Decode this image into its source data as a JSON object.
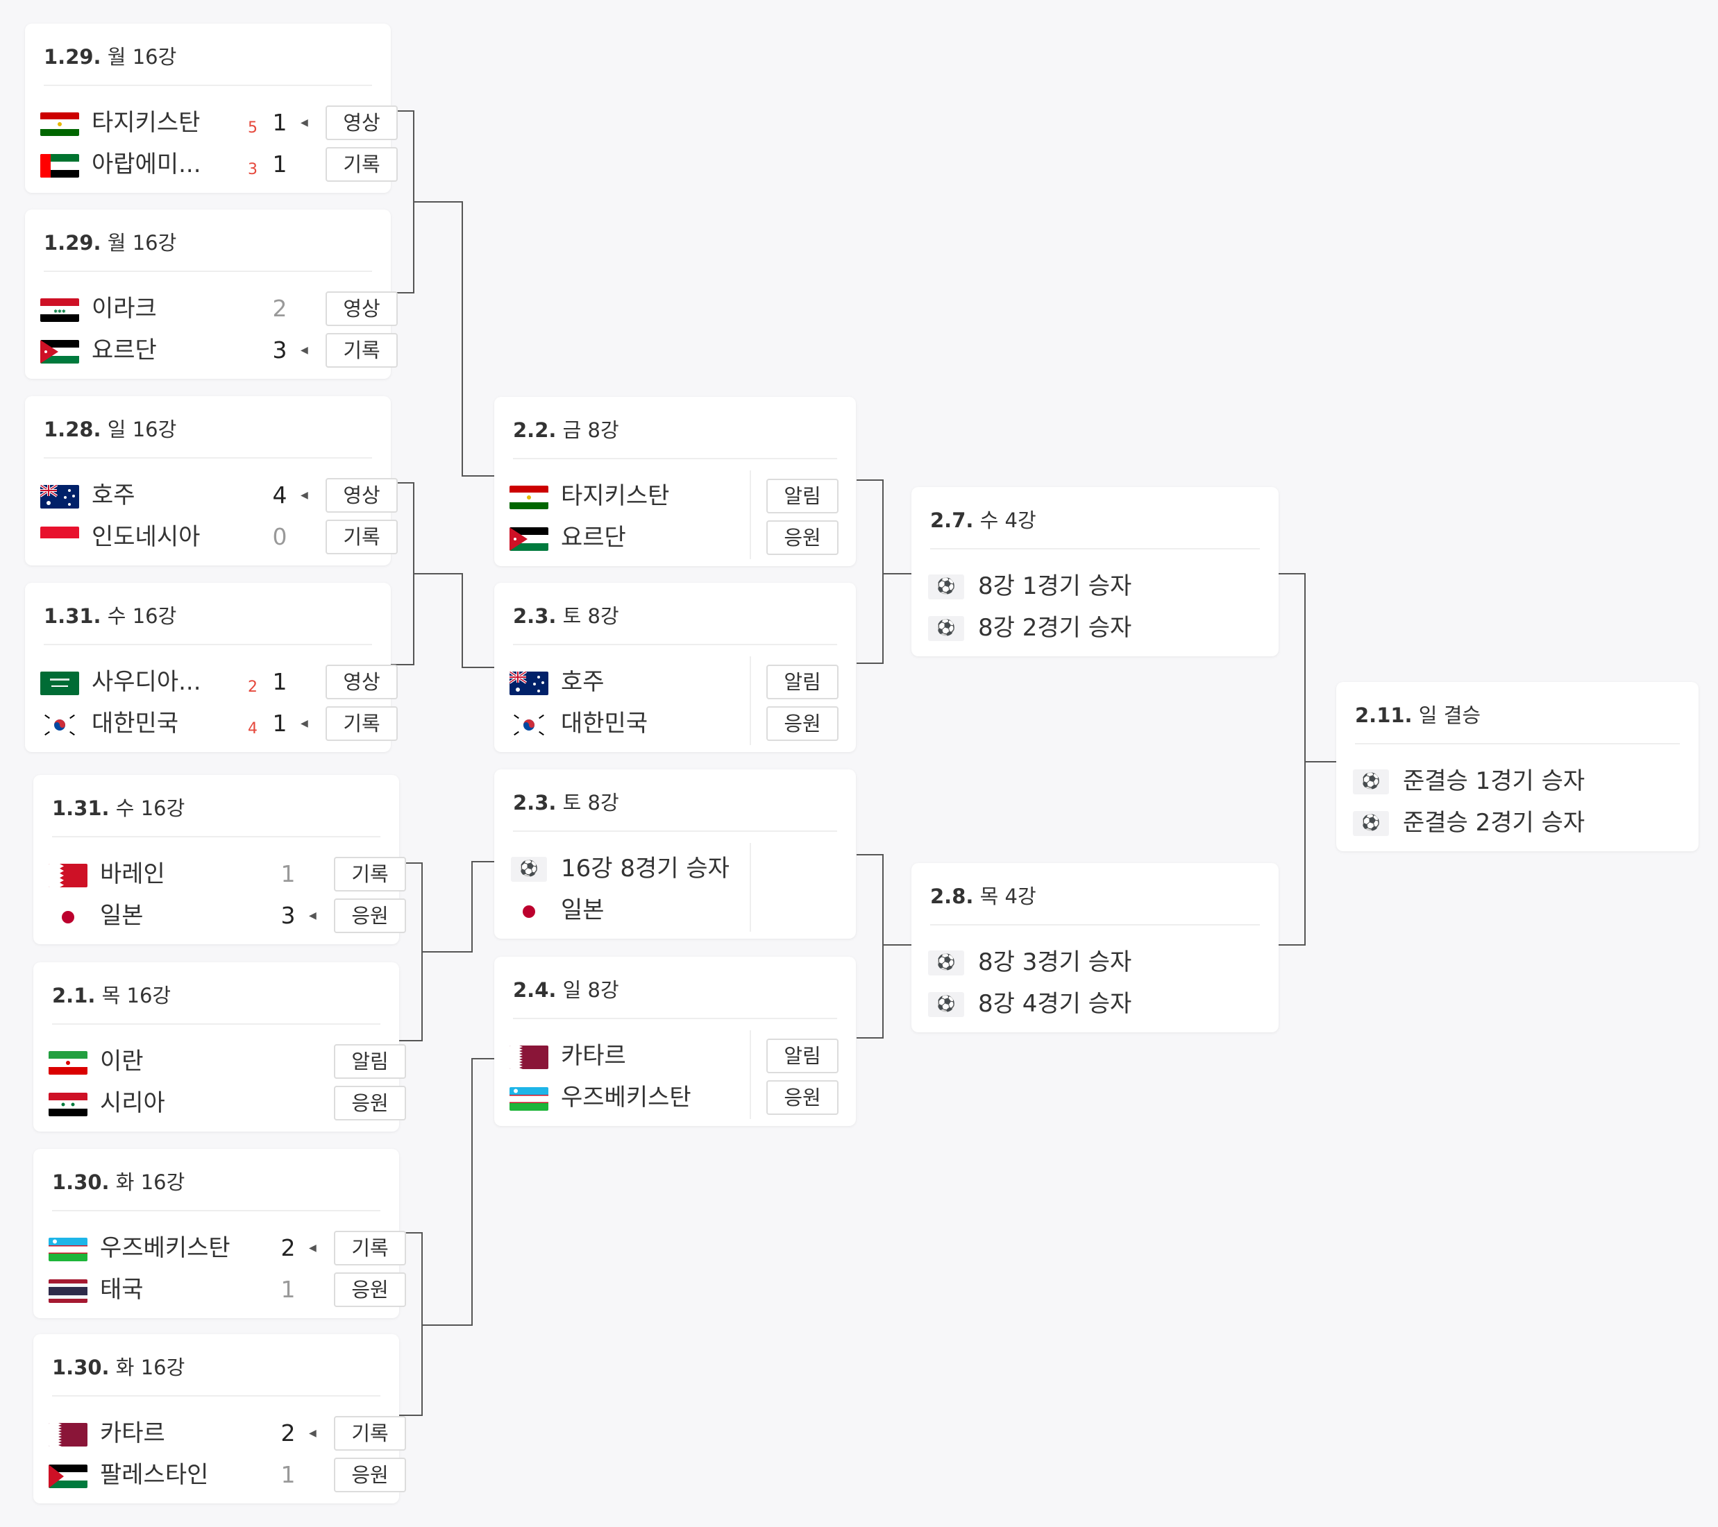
{
  "colors": {
    "background": "#f7f7f9",
    "card": "#ffffff",
    "connector": "#555555",
    "penalty": "#e5483c",
    "muted_score": "#999999"
  },
  "round_of_16": [
    {
      "date": "1.29.",
      "day_round": "월 16강",
      "teams": [
        {
          "name": "타지키스탄",
          "flag": "tajikistan-flag",
          "pen": "5",
          "score": "1",
          "winner": true,
          "button": "영상"
        },
        {
          "name": "아랍에미...",
          "flag": "uae-flag",
          "pen": "3",
          "score": "1",
          "winner": false,
          "button": "기록"
        }
      ]
    },
    {
      "date": "1.29.",
      "day_round": "월 16강",
      "teams": [
        {
          "name": "이라크",
          "flag": "iraq-flag",
          "score": "2",
          "winner": false,
          "button": "영상"
        },
        {
          "name": "요르단",
          "flag": "jordan-flag",
          "score": "3",
          "winner": true,
          "button": "기록"
        }
      ]
    },
    {
      "date": "1.28.",
      "day_round": "일 16강",
      "teams": [
        {
          "name": "호주",
          "flag": "australia-flag",
          "score": "4",
          "winner": true,
          "button": "영상"
        },
        {
          "name": "인도네시아",
          "flag": "indonesia-flag",
          "score": "0",
          "winner": false,
          "button": "기록"
        }
      ]
    },
    {
      "date": "1.31.",
      "day_round": "수 16강",
      "teams": [
        {
          "name": "사우디아...",
          "flag": "saudi-flag",
          "pen": "2",
          "score": "1",
          "winner": false,
          "button": "영상"
        },
        {
          "name": "대한민국",
          "flag": "korea-flag",
          "pen": "4",
          "score": "1",
          "winner": true,
          "button": "기록"
        }
      ]
    },
    {
      "date": "1.31.",
      "day_round": "수 16강",
      "teams": [
        {
          "name": "바레인",
          "flag": "bahrain-flag",
          "score": "1",
          "winner": false,
          "button": "기록"
        },
        {
          "name": "일본",
          "flag": "japan-flag",
          "score": "3",
          "winner": true,
          "button": "응원"
        }
      ]
    },
    {
      "date": "2.1.",
      "day_round": "목 16강",
      "teams": [
        {
          "name": "이란",
          "flag": "iran-flag",
          "button": "알림"
        },
        {
          "name": "시리아",
          "flag": "syria-flag",
          "button": "응원"
        }
      ]
    },
    {
      "date": "1.30.",
      "day_round": "화 16강",
      "teams": [
        {
          "name": "우즈베키스탄",
          "flag": "uzbekistan-flag",
          "score": "2",
          "winner": true,
          "button": "기록"
        },
        {
          "name": "태국",
          "flag": "thailand-flag",
          "score": "1",
          "winner": false,
          "button": "응원"
        }
      ]
    },
    {
      "date": "1.30.",
      "day_round": "화 16강",
      "teams": [
        {
          "name": "카타르",
          "flag": "qatar-flag",
          "score": "2",
          "winner": true,
          "button": "기록"
        },
        {
          "name": "팔레스타인",
          "flag": "palestine-flag",
          "score": "1",
          "winner": false,
          "button": "응원"
        }
      ]
    }
  ],
  "quarterfinals": [
    {
      "date": "2.2.",
      "day_round": "금 8강",
      "teams": [
        {
          "name": "타지키스탄",
          "flag": "tajikistan-flag",
          "button": "알림"
        },
        {
          "name": "요르단",
          "flag": "jordan-flag",
          "button": "응원"
        }
      ]
    },
    {
      "date": "2.3.",
      "day_round": "토 8강",
      "teams": [
        {
          "name": "호주",
          "flag": "australia-flag",
          "button": "알림"
        },
        {
          "name": "대한민국",
          "flag": "korea-flag",
          "button": "응원"
        }
      ]
    },
    {
      "date": "2.3.",
      "day_round": "토 8강",
      "teams": [
        {
          "name": "16강 8경기 승자",
          "flag": "soccer-ball-icon"
        },
        {
          "name": "일본",
          "flag": "japan-flag"
        }
      ]
    },
    {
      "date": "2.4.",
      "day_round": "일 8강",
      "teams": [
        {
          "name": "카타르",
          "flag": "qatar-flag",
          "button": "알림"
        },
        {
          "name": "우즈베키스탄",
          "flag": "uzbekistan-flag",
          "button": "응원"
        }
      ]
    }
  ],
  "semifinals": [
    {
      "date": "2.7.",
      "day_round": "수 4강",
      "teams": [
        {
          "name": "8강 1경기 승자",
          "flag": "soccer-ball-icon"
        },
        {
          "name": "8강 2경기 승자",
          "flag": "soccer-ball-icon"
        }
      ]
    },
    {
      "date": "2.8.",
      "day_round": "목 4강",
      "teams": [
        {
          "name": "8강 3경기 승자",
          "flag": "soccer-ball-icon"
        },
        {
          "name": "8강 4경기 승자",
          "flag": "soccer-ball-icon"
        }
      ]
    }
  ],
  "final": [
    {
      "date": "2.11.",
      "day_round": "일 결승",
      "teams": [
        {
          "name": "준결승 1경기 승자",
          "flag": "soccer-ball-icon"
        },
        {
          "name": "준결승 2경기 승자",
          "flag": "soccer-ball-icon"
        }
      ]
    }
  ]
}
